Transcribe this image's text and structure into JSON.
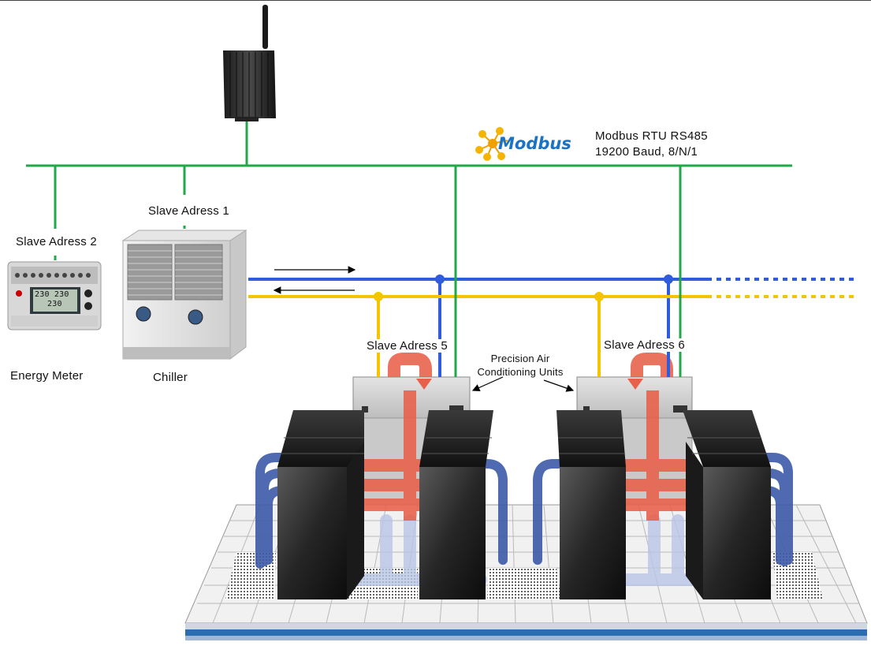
{
  "protocol": {
    "logo_text": "Modbus",
    "line1": "Modbus RTU RS485",
    "line2": "19200 Baud, 8/N/1"
  },
  "devices": {
    "energy_meter": {
      "label": "Energy Meter",
      "slave": "Slave Adress 2",
      "display_1": "230 230",
      "display_2": "230"
    },
    "chiller": {
      "label": "Chiller",
      "slave": "Slave Adress 1"
    },
    "pac_left": {
      "slave": "Slave Adress 5"
    },
    "pac_right": {
      "slave": "Slave Adress 6"
    }
  },
  "callout": {
    "line1": "Precision Air",
    "line2": "Conditioning Units"
  },
  "colors": {
    "modbus_line": "#22a84a",
    "supply_water": "#2f5bdc",
    "return_water": "#f5c400",
    "hot_air": "#e8604a",
    "cold_air": "#3d5aa8"
  }
}
